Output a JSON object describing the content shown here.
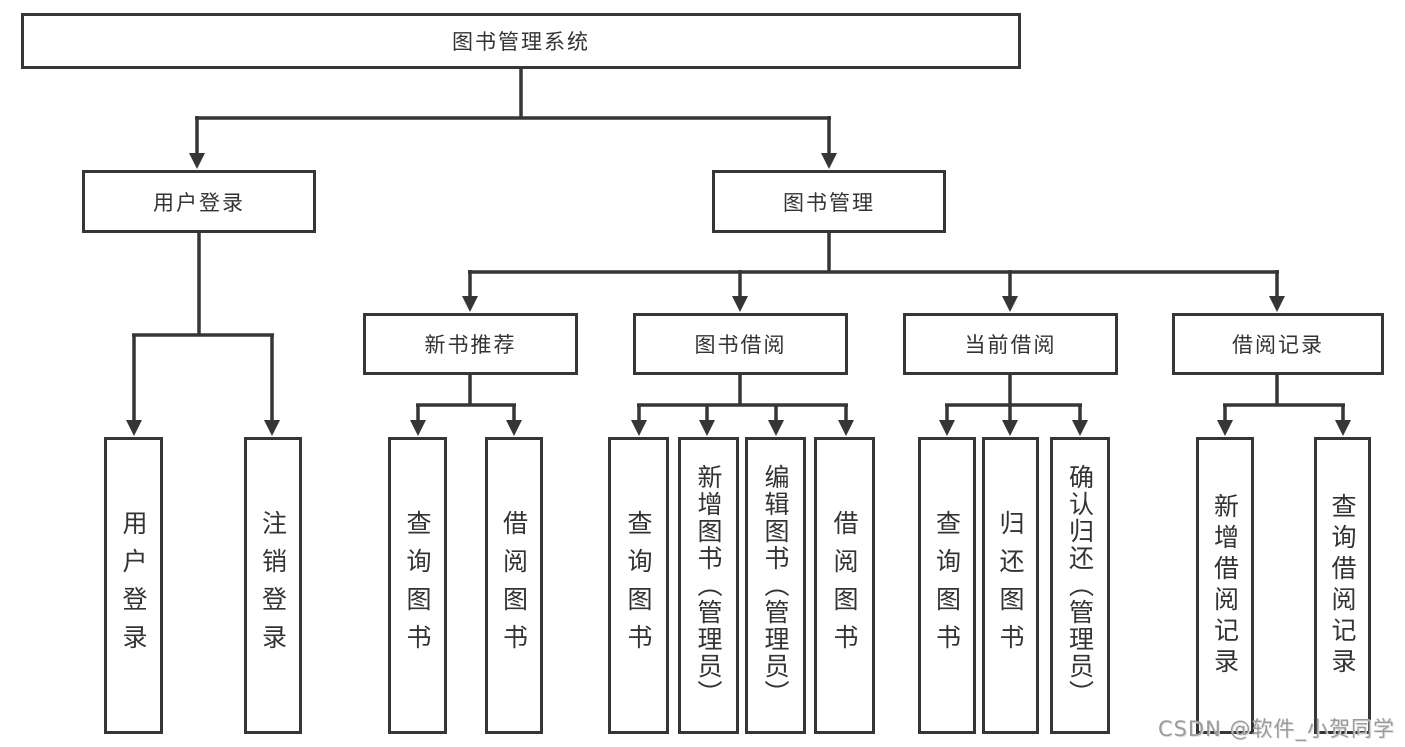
{
  "tree": {
    "root": {
      "label": "图书管理系统"
    },
    "branches": [
      {
        "label": "用户登录",
        "children": [
          {
            "label": "用户登录"
          },
          {
            "label": "注销登录"
          }
        ]
      },
      {
        "label": "图书管理",
        "sections": [
          {
            "label": "新书推荐",
            "children": [
              {
                "label": "查询图书"
              },
              {
                "label": "借阅图书"
              }
            ]
          },
          {
            "label": "图书借阅",
            "children": [
              {
                "label": "查询图书"
              },
              {
                "label": "新增图书（管理员）"
              },
              {
                "label": "编辑图书（管理员）"
              },
              {
                "label": "借阅图书"
              }
            ]
          },
          {
            "label": "当前借阅",
            "children": [
              {
                "label": "查询图书"
              },
              {
                "label": "归还图书"
              },
              {
                "label": "确认归还（管理员）"
              }
            ]
          },
          {
            "label": "借阅记录",
            "children": [
              {
                "label": "新增借阅记录"
              },
              {
                "label": "查询借阅记录"
              }
            ]
          }
        ]
      }
    ]
  },
  "watermark": "CSDN @软件_小贺同学"
}
